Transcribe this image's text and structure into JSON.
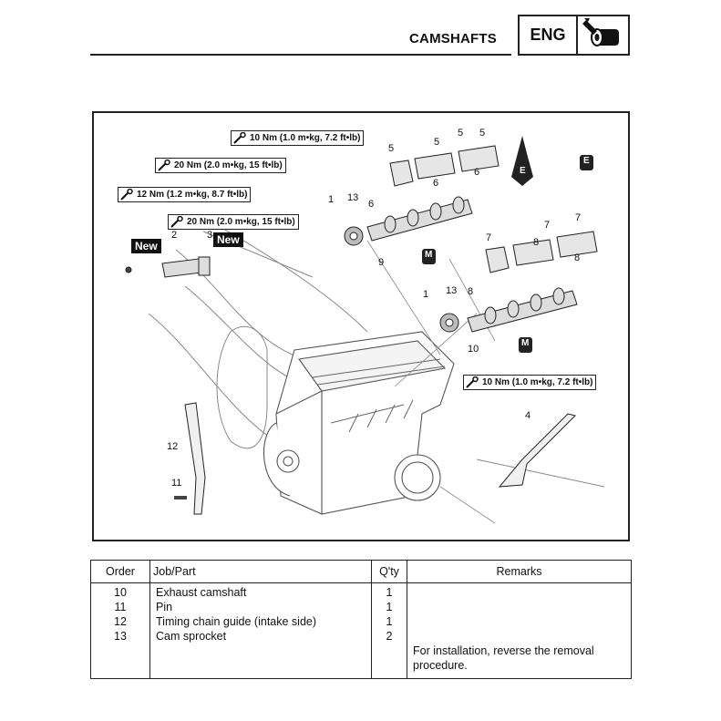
{
  "header": {
    "section_title": "CAMSHAFTS",
    "tab_label": "ENG",
    "tab_icon": "engine-icon"
  },
  "diagram": {
    "torque_specs": [
      "10 Nm (1.0 m•kg, 7.2 ft•lb)",
      "20 Nm (2.0 m•kg, 15 ft•lb)",
      "12 Nm (1.2 m•kg, 8.7 ft•lb)",
      "20 Nm (2.0 m•kg, 15 ft•lb)",
      "10 Nm (1.0 m•kg, 7.2 ft•lb)"
    ],
    "new_tags": [
      "New",
      "New"
    ],
    "lubricant_symbols": [
      "E",
      "E",
      "M",
      "M"
    ],
    "part_callouts": [
      "1",
      "2",
      "3",
      "4",
      "5",
      "5",
      "5",
      "5",
      "6",
      "6",
      "6",
      "7",
      "7",
      "7",
      "8",
      "8",
      "8",
      "9",
      "10",
      "11",
      "12",
      "13",
      "13",
      "1"
    ]
  },
  "table": {
    "headers": [
      "Order",
      "Job/Part",
      "Q'ty",
      "Remarks"
    ],
    "rows": [
      {
        "order": "10",
        "part": "Exhaust camshaft",
        "qty": "1"
      },
      {
        "order": "11",
        "part": "Pin",
        "qty": "1"
      },
      {
        "order": "12",
        "part": "Timing chain guide (intake side)",
        "qty": "1"
      },
      {
        "order": "13",
        "part": "Cam sprocket",
        "qty": "2"
      }
    ],
    "remarks_line1": "For installation, reverse the removal",
    "remarks_line2": "procedure."
  }
}
